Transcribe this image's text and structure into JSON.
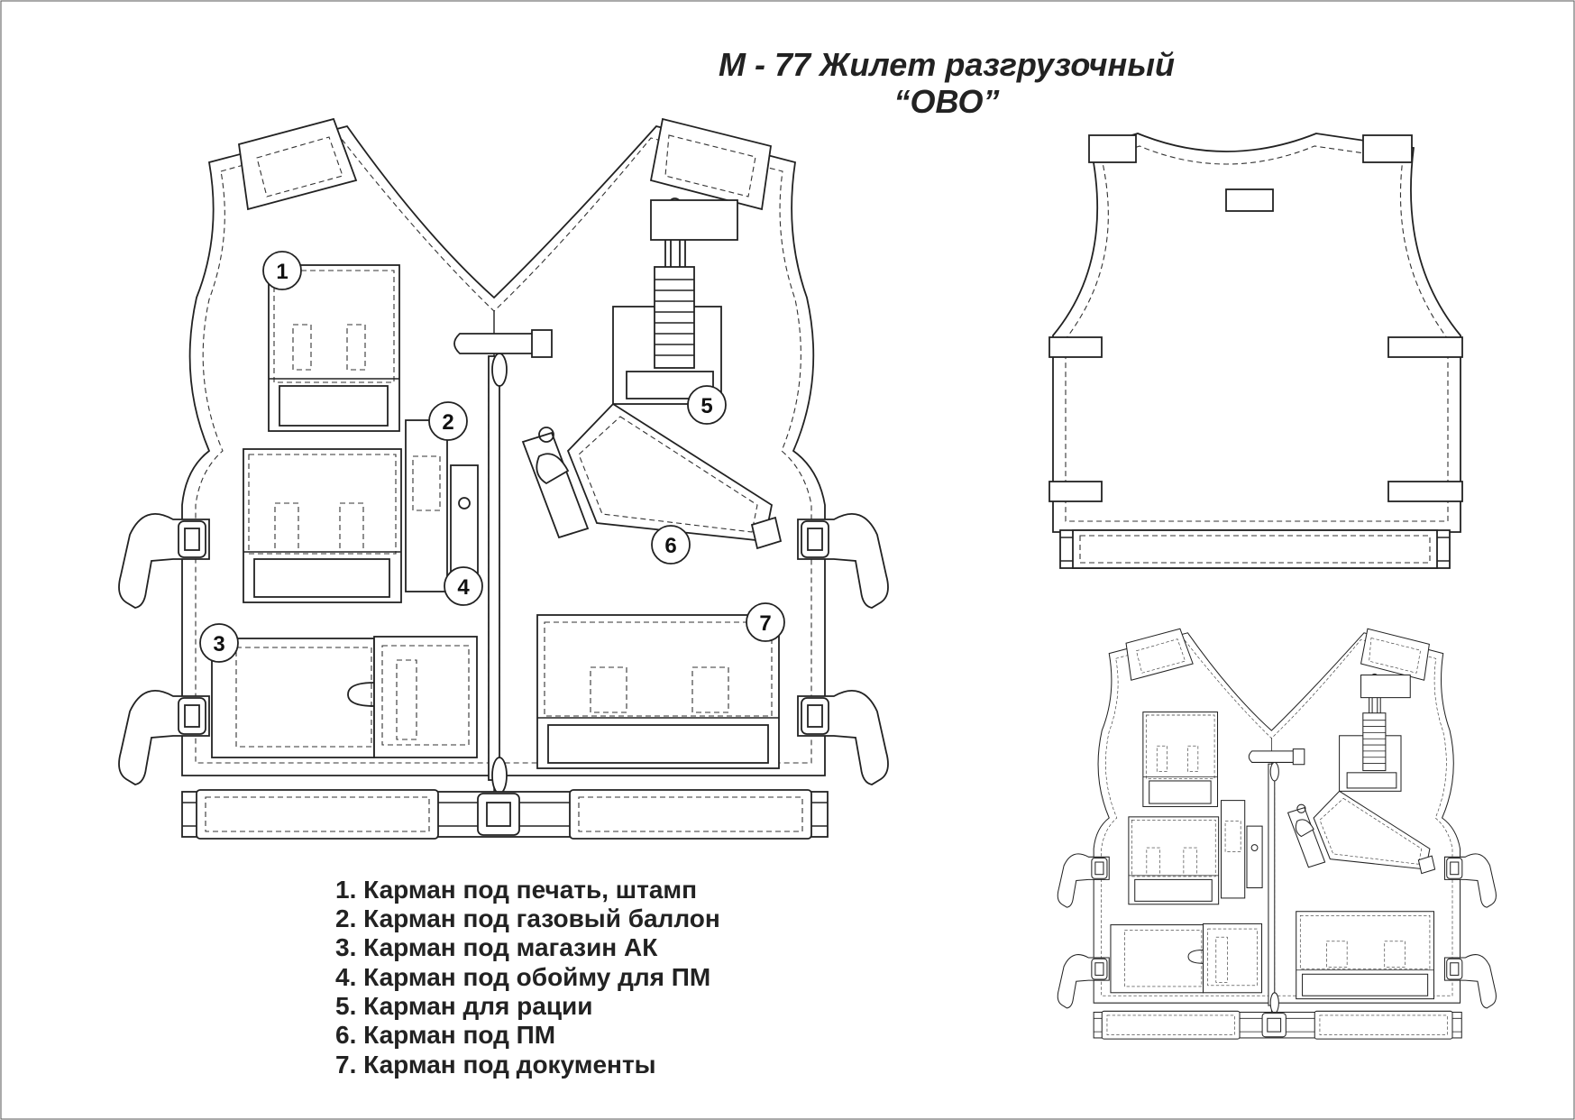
{
  "title": {
    "line1": "М - 77 Жилет разгрузочный",
    "line2": "“ОВО”"
  },
  "callouts": [
    "1",
    "2",
    "3",
    "4",
    "5",
    "6",
    "7"
  ],
  "legend": [
    "1. Карман под печать, штамп",
    "2. Карман под газовый баллон",
    "3. Карман под магазин АК",
    "4. Карман под обойму для ПМ",
    "5. Карман для рации",
    "6. Карман под ПМ",
    "7. Карман под документы"
  ],
  "views": [
    "front-view-large",
    "back-view",
    "front-view-small"
  ],
  "colors": {
    "line": "#222222",
    "background": "#ffffff"
  }
}
